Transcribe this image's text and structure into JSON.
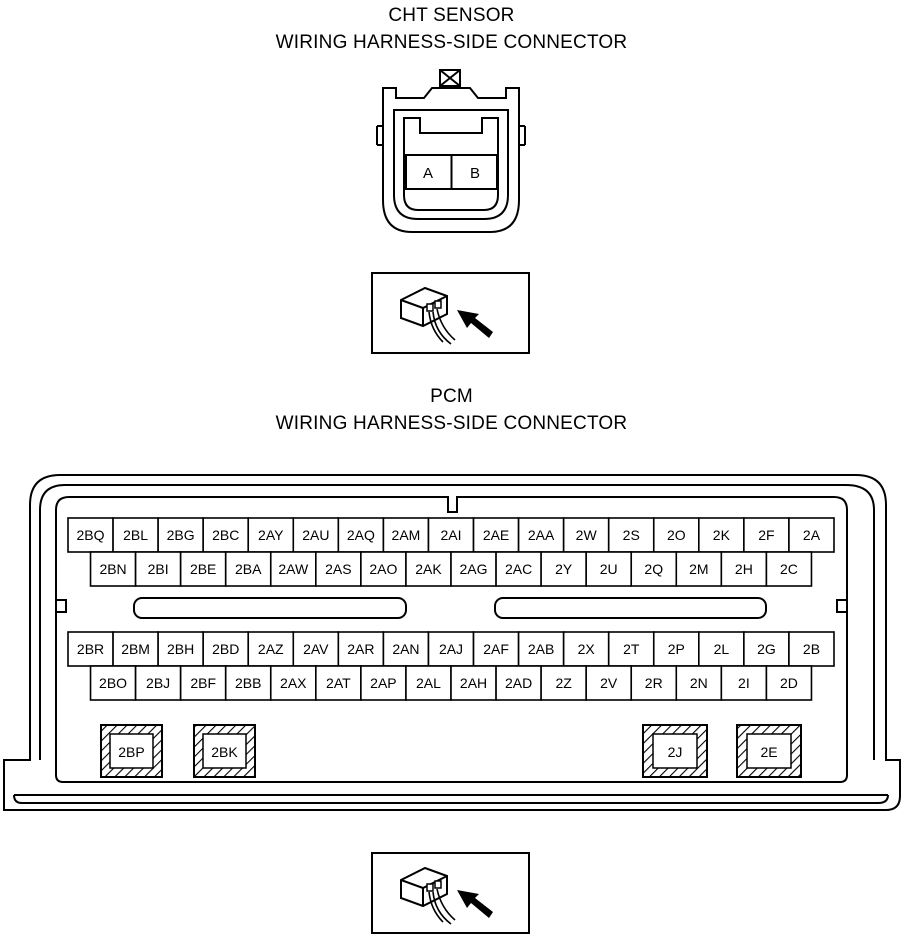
{
  "cht_sensor": {
    "title_line1": "CHT SENSOR",
    "title_line2": "WIRING HARNESS-SIDE CONNECTOR",
    "terminals": [
      "A",
      "B"
    ]
  },
  "pcm": {
    "title_line1": "PCM",
    "title_line2": "WIRING HARNESS-SIDE CONNECTOR",
    "upper_row1": [
      "2BQ",
      "2BL",
      "2BG",
      "2BC",
      "2AY",
      "2AU",
      "2AQ",
      "2AM",
      "2AI",
      "2AE",
      "2AA",
      "2W",
      "2S",
      "2O",
      "2K",
      "2F",
      "2A"
    ],
    "upper_row2": [
      "2BN",
      "2BI",
      "2BE",
      "2BA",
      "2AW",
      "2AS",
      "2AO",
      "2AK",
      "2AG",
      "2AC",
      "2Y",
      "2U",
      "2Q",
      "2M",
      "2H",
      "2C"
    ],
    "lower_row1": [
      "2BR",
      "2BM",
      "2BH",
      "2BD",
      "2AZ",
      "2AV",
      "2AR",
      "2AN",
      "2AJ",
      "2AF",
      "2AB",
      "2X",
      "2T",
      "2P",
      "2L",
      "2G",
      "2B"
    ],
    "lower_row2": [
      "2BO",
      "2BJ",
      "2BF",
      "2BB",
      "2AX",
      "2AT",
      "2AP",
      "2AL",
      "2AH",
      "2AD",
      "2Z",
      "2V",
      "2R",
      "2N",
      "2I",
      "2D"
    ],
    "hatched_terminals": [
      "2BP",
      "2BK",
      "2J",
      "2E"
    ]
  }
}
